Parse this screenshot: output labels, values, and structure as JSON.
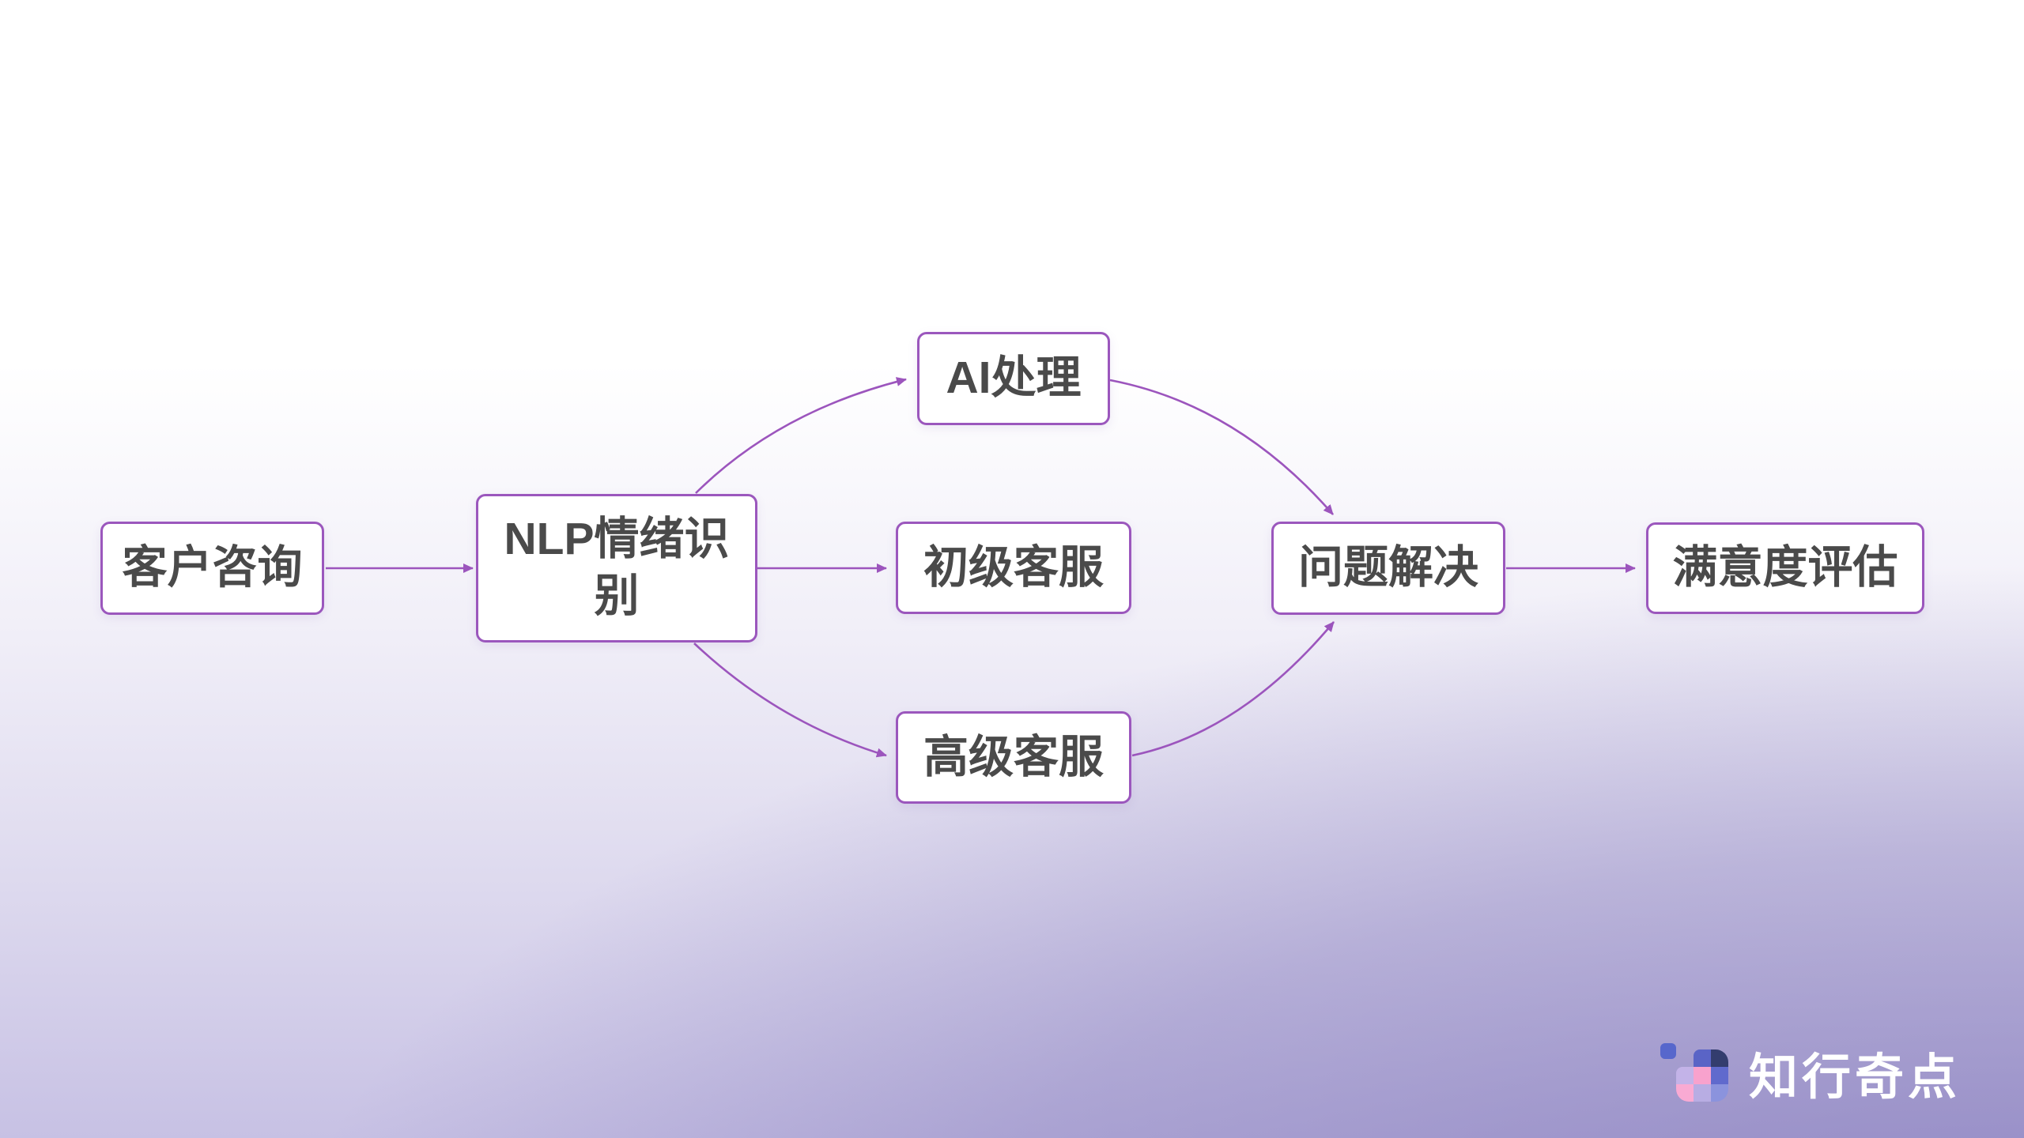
{
  "diagram": {
    "title": "customer-service-flowchart",
    "nodes": [
      {
        "id": "customer-inquiry",
        "label": "客户咨询"
      },
      {
        "id": "nlp-emotion-recognition",
        "label": "NLP情绪识别"
      },
      {
        "id": "ai-processing",
        "label": "AI处理"
      },
      {
        "id": "junior-support",
        "label": "初级客服"
      },
      {
        "id": "senior-support",
        "label": "高级客服"
      },
      {
        "id": "problem-resolution",
        "label": "问题解决"
      },
      {
        "id": "satisfaction-evaluation",
        "label": "满意度评估"
      }
    ],
    "edges": [
      {
        "from": "customer-inquiry",
        "to": "nlp-emotion-recognition"
      },
      {
        "from": "nlp-emotion-recognition",
        "to": "ai-processing"
      },
      {
        "from": "nlp-emotion-recognition",
        "to": "junior-support"
      },
      {
        "from": "nlp-emotion-recognition",
        "to": "senior-support"
      },
      {
        "from": "ai-processing",
        "to": "problem-resolution"
      },
      {
        "from": "junior-support",
        "to": "problem-resolution"
      },
      {
        "from": "senior-support",
        "to": "problem-resolution"
      },
      {
        "from": "problem-resolution",
        "to": "satisfaction-evaluation"
      }
    ],
    "colors": {
      "edge": "#9c55bd",
      "node_border": "#9b57bd",
      "node_background": "#ffffff",
      "node_text": "#4a4a4a",
      "background_bottom_right": "#9a92c9",
      "background_top": "#ffffff"
    }
  },
  "branding": {
    "logo_text": "知行奇点",
    "logo_icon": "grid-logo-icon",
    "logo_text_color": "#ffffff"
  }
}
